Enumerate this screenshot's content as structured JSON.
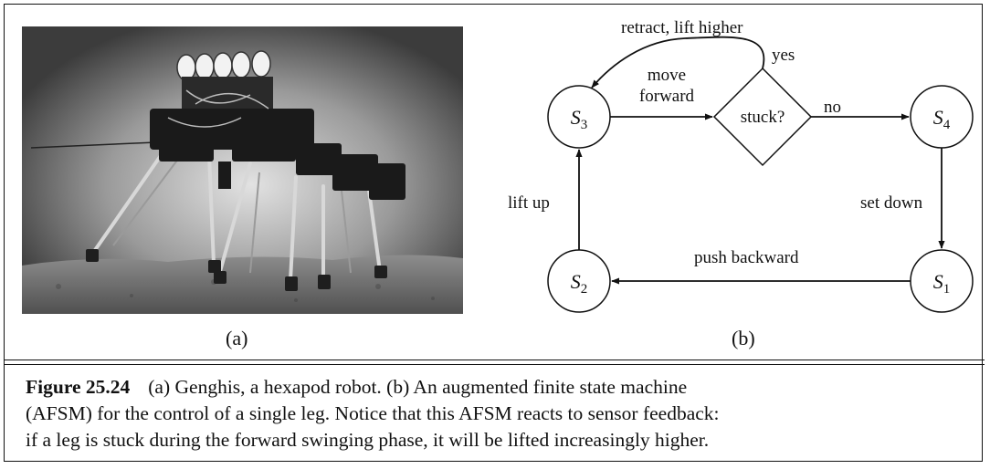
{
  "figure": {
    "number": "Figure 25.24",
    "caption_lines": [
      "(a) Genghis, a hexapod robot.  (b) An augmented finite state machine",
      "(AFSM) for the control of a single leg. Notice that this AFSM reacts to sensor feedback:",
      "if a leg is stuck during the forward swinging phase, it will be lifted increasingly higher."
    ]
  },
  "panels": {
    "a_label": "(a)",
    "b_label": "(b)"
  },
  "diagram": {
    "states": {
      "s1": {
        "base": "S",
        "sub": "1"
      },
      "s2": {
        "base": "S",
        "sub": "2"
      },
      "s3": {
        "base": "S",
        "sub": "3"
      },
      "s4": {
        "base": "S",
        "sub": "4"
      }
    },
    "decision": "stuck?",
    "labels": {
      "retract": "retract, lift higher",
      "yes": "yes",
      "move_line1": "move",
      "move_line2": "forward",
      "no": "no",
      "set_down": "set down",
      "push_backward": "push backward",
      "lift_up": "lift up"
    }
  }
}
